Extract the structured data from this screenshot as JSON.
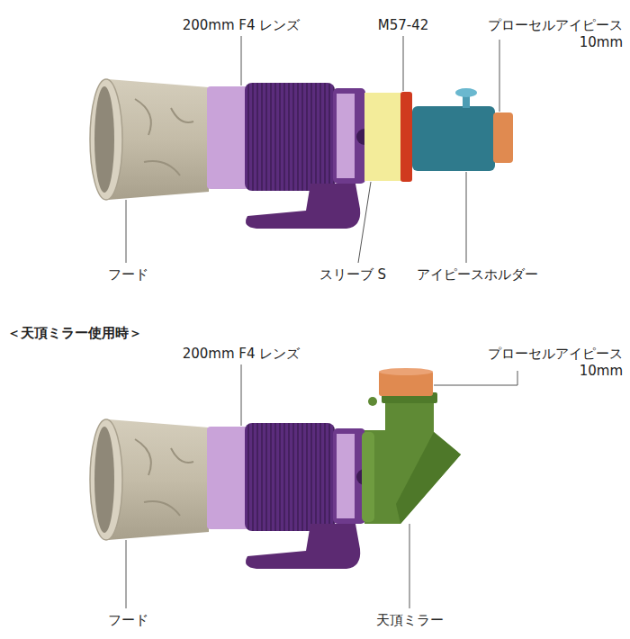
{
  "diagram": {
    "labels": [
      "200mm F4 レンズ",
      "M57-42",
      "プローセルアイピース 10mm",
      "フード",
      "スリーブ S",
      "アイピースホルダー",
      "＜天頂ミラー使用時＞",
      "200mm F4 レンズ",
      "プローセルアイピース 10mm",
      "フード",
      "天頂ミラー"
    ]
  }
}
